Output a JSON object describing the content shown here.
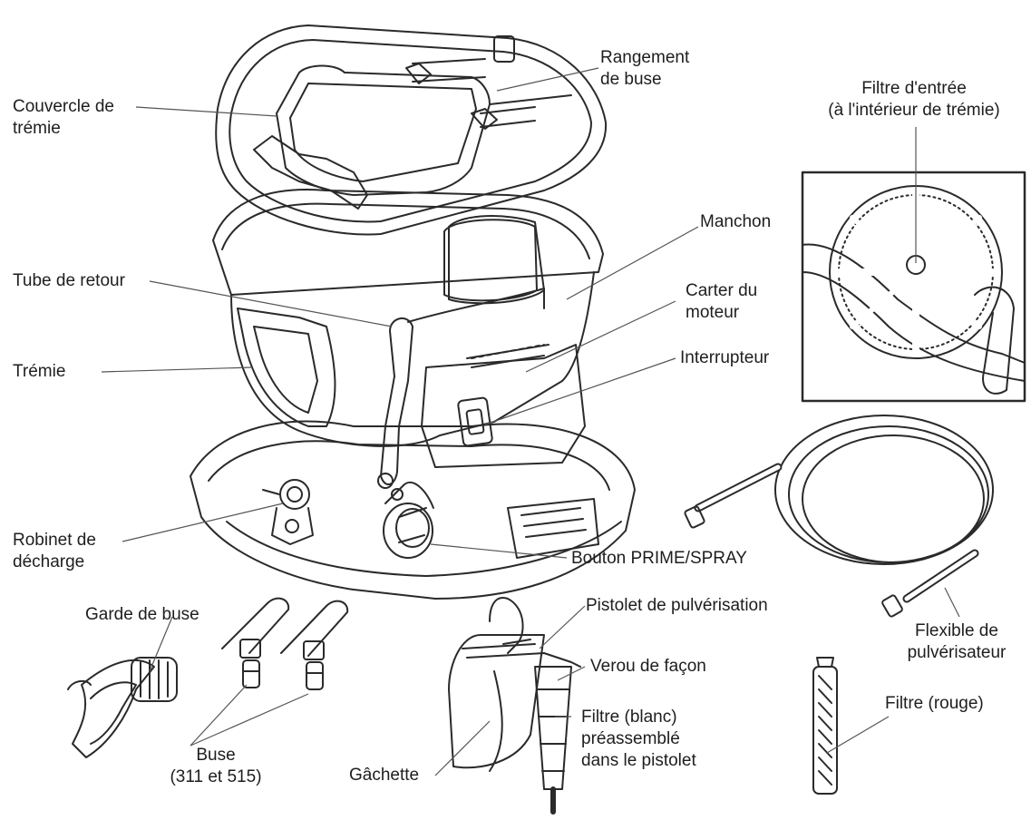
{
  "labels": {
    "hopper_lid": [
      "Couvercle de",
      "trémie"
    ],
    "tip_storage": [
      "Rangement",
      "de buse"
    ],
    "inlet_filter": [
      "Filtre d'entrée",
      "(à l'intérieur de trémie)"
    ],
    "sleeve": "Manchon",
    "return_tube": "Tube de retour",
    "motor_housing": [
      "Carter du",
      "moteur"
    ],
    "hopper": "Trémie",
    "switch": "Interrupteur",
    "drain_valve": [
      "Robinet de",
      "décharge"
    ],
    "prime_spray_knob": "Bouton PRIME/SPRAY",
    "tip_guard": "Garde de buse",
    "spray_gun": "Pistolet de pulvérisation",
    "trigger_lock": "Verou de façon",
    "tips": [
      "Buse",
      "(311 et 515)"
    ],
    "trigger": "Gâchette",
    "gun_filter": [
      "Filtre (blanc)",
      "préassemblé",
      "dans le pistolet"
    ],
    "spray_hose": [
      "Flexible de",
      "pulvérisateur"
    ],
    "red_filter": "Filtre (rouge)"
  },
  "colors": {
    "line": "#2a2a2a",
    "text": "#1e1e1e",
    "background": "#ffffff"
  }
}
